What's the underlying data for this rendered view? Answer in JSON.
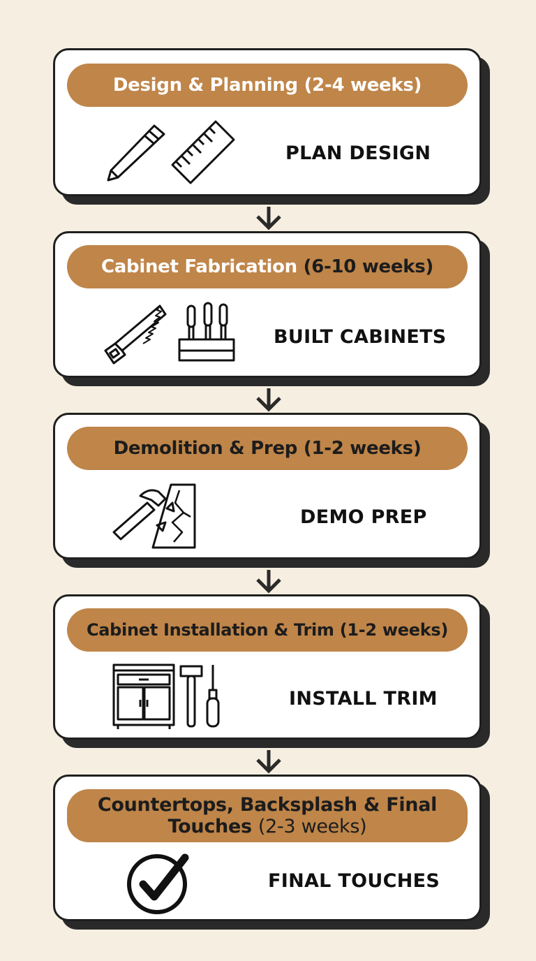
{
  "steps": [
    {
      "title": "Design & Planning",
      "duration": "(2-4 weeks)",
      "label": "PLAN DESIGN",
      "icons": [
        "pencil-icon",
        "ruler-icon"
      ]
    },
    {
      "title": "Cabinet Fabrication",
      "duration": "(6-10 weeks)",
      "label": "BUILT CABINETS",
      "icons": [
        "saw-icon",
        "chisels-icon"
      ]
    },
    {
      "title": "Demolition & Prep",
      "duration": "(1-2 weeks)",
      "label": "DEMO PREP",
      "icons": [
        "hammer-breaking-wall-icon"
      ]
    },
    {
      "title": "Cabinet Installation & Trim",
      "duration": "(1-2 weeks)",
      "label": "INSTALL TRIM",
      "icons": [
        "cabinet-icon",
        "hammer-icon",
        "screwdriver-icon"
      ]
    },
    {
      "title_line1": "Countertops, Backsplash & Final",
      "title_line2": "Touches",
      "duration": "(2-3 weeks)",
      "label": "FINAL TOUCHES",
      "icons": [
        "checkmark-circle-icon"
      ]
    }
  ],
  "colors": {
    "background": "#f6efe1",
    "pill": "#bf8549",
    "card": "#ffffff",
    "outline": "#1f1f1f"
  }
}
